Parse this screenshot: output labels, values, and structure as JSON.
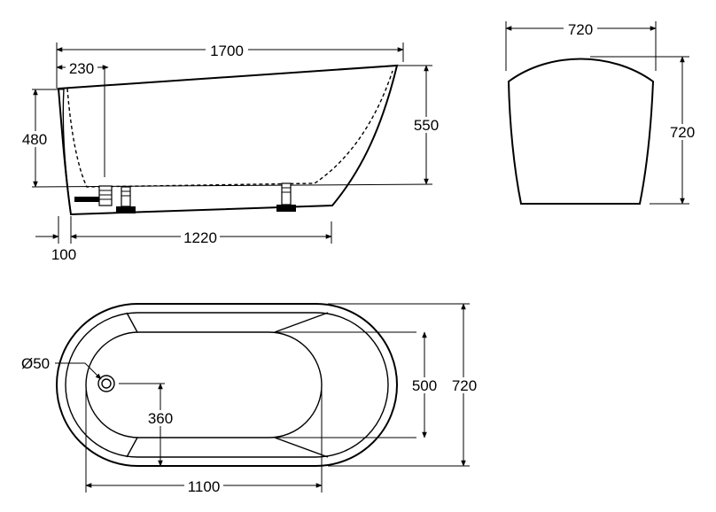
{
  "side_view": {
    "dim_total_length": "1700",
    "dim_rim_offset": "230",
    "dim_inner_height": "480",
    "dim_outer_height": "550",
    "dim_foot_offset": "100",
    "dim_feet_spacing": "1220"
  },
  "end_view": {
    "dim_width": "720",
    "dim_height": "720"
  },
  "top_view": {
    "dim_drain_diameter": "Ø50",
    "dim_drain_offset": "360",
    "dim_inner_width": "500",
    "dim_outer_width": "720",
    "dim_inner_length": "1100"
  }
}
